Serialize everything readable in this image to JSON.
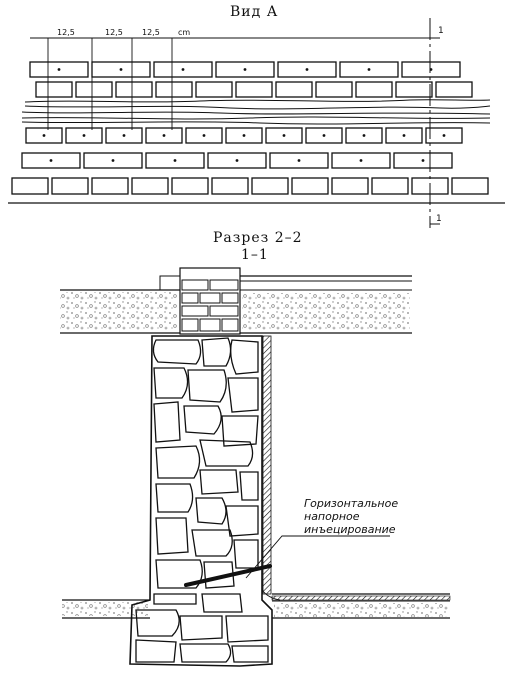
{
  "view": {
    "title": "Вид А",
    "dimensions": [
      "12,5",
      "12,5",
      "12,5"
    ],
    "unit": "cm",
    "section_mark": "1"
  },
  "section": {
    "title": "Разрез 2–2",
    "subtitle": "1–1",
    "note_lines": [
      "Горизонтальное",
      "напорное",
      "инъецирование"
    ]
  }
}
